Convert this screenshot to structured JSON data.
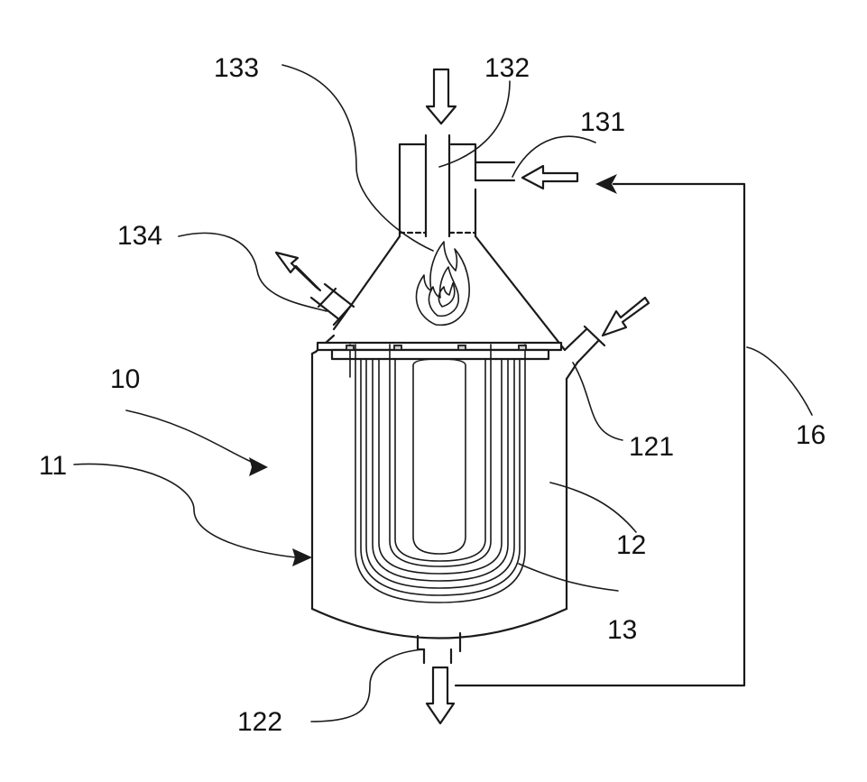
{
  "labels": {
    "l133": "133",
    "l132": "132",
    "l131": "131",
    "l134": "134",
    "l10": "10",
    "l11": "11",
    "l121": "121",
    "l16": "16",
    "l12": "12",
    "l13": "13",
    "l122": "122"
  }
}
